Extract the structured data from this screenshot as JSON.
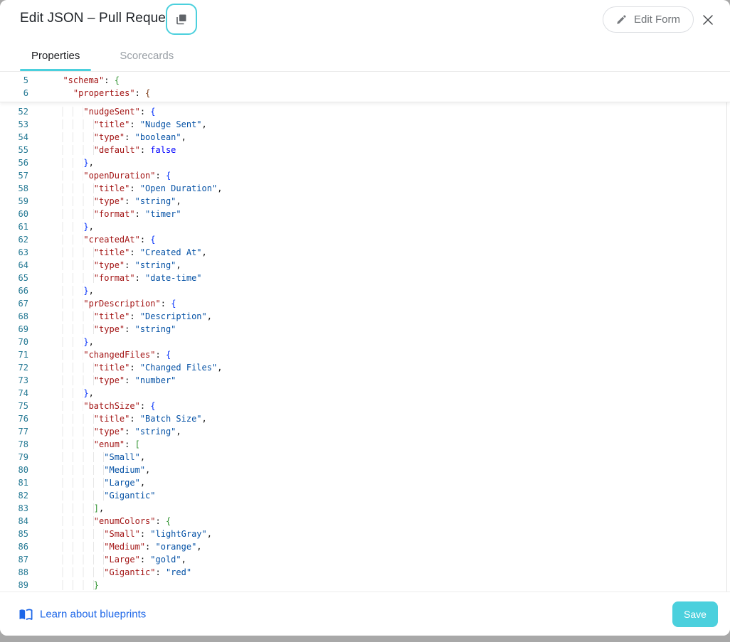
{
  "header": {
    "title": "Edit JSON – Pull Request",
    "edit_form_label": "Edit Form"
  },
  "tabs": [
    {
      "label": "Properties",
      "active": true
    },
    {
      "label": "Scorecards",
      "active": false
    }
  ],
  "editor": {
    "sticky_lines": [
      {
        "n": "5",
        "t": [
          [
            "ws",
            "  "
          ],
          [
            "key",
            "\"schema\""
          ],
          [
            "pun",
            ": "
          ],
          [
            "b2",
            "{"
          ]
        ]
      },
      {
        "n": "6",
        "t": [
          [
            "ws",
            "    "
          ],
          [
            "key",
            "\"properties\""
          ],
          [
            "pun",
            ": "
          ],
          [
            "b3",
            "{"
          ]
        ]
      }
    ],
    "lines": [
      {
        "n": "52",
        "t": [
          [
            "ws",
            "      "
          ],
          [
            "key",
            "\"nudgeSent\""
          ],
          [
            "pun",
            ": "
          ],
          [
            "b1",
            "{"
          ]
        ]
      },
      {
        "n": "53",
        "t": [
          [
            "ws",
            "        "
          ],
          [
            "key",
            "\"title\""
          ],
          [
            "pun",
            ": "
          ],
          [
            "str",
            "\"Nudge Sent\""
          ],
          [
            "pun",
            ","
          ]
        ]
      },
      {
        "n": "54",
        "t": [
          [
            "ws",
            "        "
          ],
          [
            "key",
            "\"type\""
          ],
          [
            "pun",
            ": "
          ],
          [
            "str",
            "\"boolean\""
          ],
          [
            "pun",
            ","
          ]
        ]
      },
      {
        "n": "55",
        "t": [
          [
            "ws",
            "        "
          ],
          [
            "key",
            "\"default\""
          ],
          [
            "pun",
            ": "
          ],
          [
            "kw",
            "false"
          ]
        ]
      },
      {
        "n": "56",
        "t": [
          [
            "ws",
            "      "
          ],
          [
            "b1",
            "}"
          ],
          [
            "pun",
            ","
          ]
        ]
      },
      {
        "n": "57",
        "t": [
          [
            "ws",
            "      "
          ],
          [
            "key",
            "\"openDuration\""
          ],
          [
            "pun",
            ": "
          ],
          [
            "b1",
            "{"
          ]
        ]
      },
      {
        "n": "58",
        "t": [
          [
            "ws",
            "        "
          ],
          [
            "key",
            "\"title\""
          ],
          [
            "pun",
            ": "
          ],
          [
            "str",
            "\"Open Duration\""
          ],
          [
            "pun",
            ","
          ]
        ]
      },
      {
        "n": "59",
        "t": [
          [
            "ws",
            "        "
          ],
          [
            "key",
            "\"type\""
          ],
          [
            "pun",
            ": "
          ],
          [
            "str",
            "\"string\""
          ],
          [
            "pun",
            ","
          ]
        ]
      },
      {
        "n": "60",
        "t": [
          [
            "ws",
            "        "
          ],
          [
            "key",
            "\"format\""
          ],
          [
            "pun",
            ": "
          ],
          [
            "str",
            "\"timer\""
          ]
        ]
      },
      {
        "n": "61",
        "t": [
          [
            "ws",
            "      "
          ],
          [
            "b1",
            "}"
          ],
          [
            "pun",
            ","
          ]
        ]
      },
      {
        "n": "62",
        "t": [
          [
            "ws",
            "      "
          ],
          [
            "key",
            "\"createdAt\""
          ],
          [
            "pun",
            ": "
          ],
          [
            "b1",
            "{"
          ]
        ]
      },
      {
        "n": "63",
        "t": [
          [
            "ws",
            "        "
          ],
          [
            "key",
            "\"title\""
          ],
          [
            "pun",
            ": "
          ],
          [
            "str",
            "\"Created At\""
          ],
          [
            "pun",
            ","
          ]
        ]
      },
      {
        "n": "64",
        "t": [
          [
            "ws",
            "        "
          ],
          [
            "key",
            "\"type\""
          ],
          [
            "pun",
            ": "
          ],
          [
            "str",
            "\"string\""
          ],
          [
            "pun",
            ","
          ]
        ]
      },
      {
        "n": "65",
        "t": [
          [
            "ws",
            "        "
          ],
          [
            "key",
            "\"format\""
          ],
          [
            "pun",
            ": "
          ],
          [
            "str",
            "\"date-time\""
          ]
        ]
      },
      {
        "n": "66",
        "t": [
          [
            "ws",
            "      "
          ],
          [
            "b1",
            "}"
          ],
          [
            "pun",
            ","
          ]
        ]
      },
      {
        "n": "67",
        "t": [
          [
            "ws",
            "      "
          ],
          [
            "key",
            "\"prDescription\""
          ],
          [
            "pun",
            ": "
          ],
          [
            "b1",
            "{"
          ]
        ]
      },
      {
        "n": "68",
        "t": [
          [
            "ws",
            "        "
          ],
          [
            "key",
            "\"title\""
          ],
          [
            "pun",
            ": "
          ],
          [
            "str",
            "\"Description\""
          ],
          [
            "pun",
            ","
          ]
        ]
      },
      {
        "n": "69",
        "t": [
          [
            "ws",
            "        "
          ],
          [
            "key",
            "\"type\""
          ],
          [
            "pun",
            ": "
          ],
          [
            "str",
            "\"string\""
          ]
        ]
      },
      {
        "n": "70",
        "t": [
          [
            "ws",
            "      "
          ],
          [
            "b1",
            "}"
          ],
          [
            "pun",
            ","
          ]
        ]
      },
      {
        "n": "71",
        "t": [
          [
            "ws",
            "      "
          ],
          [
            "key",
            "\"changedFiles\""
          ],
          [
            "pun",
            ": "
          ],
          [
            "b1",
            "{"
          ]
        ]
      },
      {
        "n": "72",
        "t": [
          [
            "ws",
            "        "
          ],
          [
            "key",
            "\"title\""
          ],
          [
            "pun",
            ": "
          ],
          [
            "str",
            "\"Changed Files\""
          ],
          [
            "pun",
            ","
          ]
        ]
      },
      {
        "n": "73",
        "t": [
          [
            "ws",
            "        "
          ],
          [
            "key",
            "\"type\""
          ],
          [
            "pun",
            ": "
          ],
          [
            "str",
            "\"number\""
          ]
        ]
      },
      {
        "n": "74",
        "t": [
          [
            "ws",
            "      "
          ],
          [
            "b1",
            "}"
          ],
          [
            "pun",
            ","
          ]
        ]
      },
      {
        "n": "75",
        "t": [
          [
            "ws",
            "      "
          ],
          [
            "key",
            "\"batchSize\""
          ],
          [
            "pun",
            ": "
          ],
          [
            "b1",
            "{"
          ]
        ]
      },
      {
        "n": "76",
        "t": [
          [
            "ws",
            "        "
          ],
          [
            "key",
            "\"title\""
          ],
          [
            "pun",
            ": "
          ],
          [
            "str",
            "\"Batch Size\""
          ],
          [
            "pun",
            ","
          ]
        ]
      },
      {
        "n": "77",
        "t": [
          [
            "ws",
            "        "
          ],
          [
            "key",
            "\"type\""
          ],
          [
            "pun",
            ": "
          ],
          [
            "str",
            "\"string\""
          ],
          [
            "pun",
            ","
          ]
        ]
      },
      {
        "n": "78",
        "t": [
          [
            "ws",
            "        "
          ],
          [
            "key",
            "\"enum\""
          ],
          [
            "pun",
            ": "
          ],
          [
            "b2",
            "["
          ]
        ]
      },
      {
        "n": "79",
        "t": [
          [
            "ws",
            "          "
          ],
          [
            "str",
            "\"Small\""
          ],
          [
            "pun",
            ","
          ]
        ]
      },
      {
        "n": "80",
        "t": [
          [
            "ws",
            "          "
          ],
          [
            "str",
            "\"Medium\""
          ],
          [
            "pun",
            ","
          ]
        ]
      },
      {
        "n": "81",
        "t": [
          [
            "ws",
            "          "
          ],
          [
            "str",
            "\"Large\""
          ],
          [
            "pun",
            ","
          ]
        ]
      },
      {
        "n": "82",
        "t": [
          [
            "ws",
            "          "
          ],
          [
            "str",
            "\"Gigantic\""
          ]
        ]
      },
      {
        "n": "83",
        "t": [
          [
            "ws",
            "        "
          ],
          [
            "b2",
            "]"
          ],
          [
            "pun",
            ","
          ]
        ]
      },
      {
        "n": "84",
        "t": [
          [
            "ws",
            "        "
          ],
          [
            "key",
            "\"enumColors\""
          ],
          [
            "pun",
            ": "
          ],
          [
            "b2",
            "{"
          ]
        ]
      },
      {
        "n": "85",
        "t": [
          [
            "ws",
            "          "
          ],
          [
            "key",
            "\"Small\""
          ],
          [
            "pun",
            ": "
          ],
          [
            "str",
            "\"lightGray\""
          ],
          [
            "pun",
            ","
          ]
        ]
      },
      {
        "n": "86",
        "t": [
          [
            "ws",
            "          "
          ],
          [
            "key",
            "\"Medium\""
          ],
          [
            "pun",
            ": "
          ],
          [
            "str",
            "\"orange\""
          ],
          [
            "pun",
            ","
          ]
        ]
      },
      {
        "n": "87",
        "t": [
          [
            "ws",
            "          "
          ],
          [
            "key",
            "\"Large\""
          ],
          [
            "pun",
            ": "
          ],
          [
            "str",
            "\"gold\""
          ],
          [
            "pun",
            ","
          ]
        ]
      },
      {
        "n": "88",
        "t": [
          [
            "ws",
            "          "
          ],
          [
            "key",
            "\"Gigantic\""
          ],
          [
            "pun",
            ": "
          ],
          [
            "str",
            "\"red\""
          ]
        ]
      },
      {
        "n": "89",
        "t": [
          [
            "ws",
            "        "
          ],
          [
            "b2",
            "}"
          ]
        ]
      }
    ]
  },
  "footer": {
    "link_label": "Learn about blueprints",
    "save_label": "Save"
  },
  "colors": {
    "accent": "#4bd0dd",
    "link": "#1e67e8",
    "backdrop": "#a8a8a8",
    "line_number": "#237893",
    "json_key": "#a31515",
    "json_string": "#0451a5",
    "json_keyword": "#0000ff",
    "bracket_blue": "#0431fa",
    "bracket_green": "#319331",
    "bracket_orange": "#7b3814"
  }
}
